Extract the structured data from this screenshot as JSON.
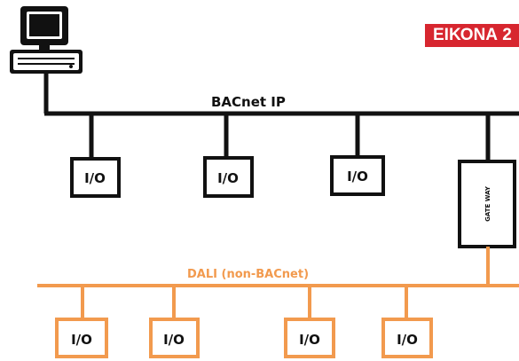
{
  "badge": {
    "text": "ΕΙΚΟΝΑ 2"
  },
  "networks": {
    "ip": {
      "label": "BACnet IP",
      "color": "#111111"
    },
    "dali": {
      "label": "DALI (non-BACnet)",
      "color": "#f29a4e"
    }
  },
  "workstation": {
    "icon": "computer-workstation-icon"
  },
  "ip_devices": [
    {
      "label": "I/O"
    },
    {
      "label": "I/O"
    },
    {
      "label": "I/O"
    }
  ],
  "gateway": {
    "label": "GATE WAY"
  },
  "dali_devices": [
    {
      "label": "I/O"
    },
    {
      "label": "I/O"
    },
    {
      "label": "I/O"
    },
    {
      "label": "I/O"
    }
  ]
}
